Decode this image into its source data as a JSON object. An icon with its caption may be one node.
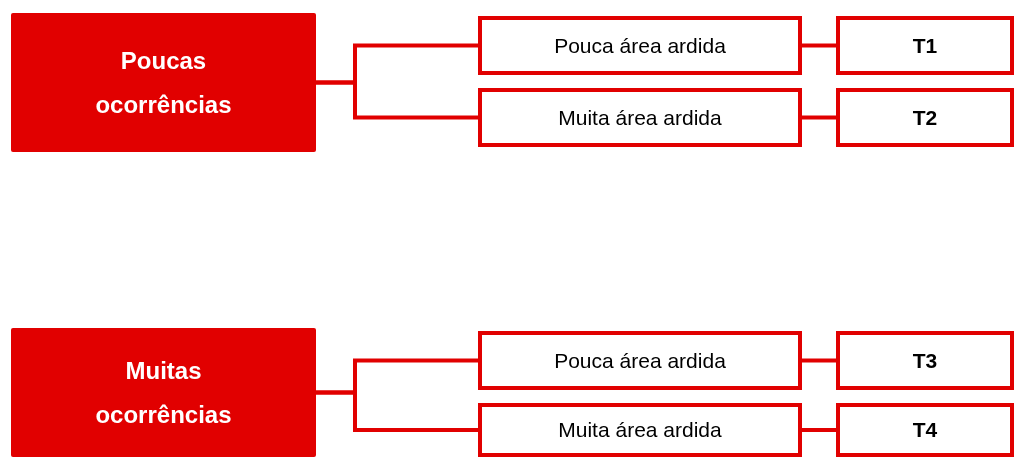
{
  "diagram": {
    "nodes": [
      {
        "text": [
          "Poucas ocorrências"
        ]
      },
      {
        "text": [
          "Pouca área ardida"
        ]
      },
      {
        "text": [
          "T1"
        ]
      },
      {
        "text": [
          "Muita área ardida"
        ]
      },
      {
        "text": [
          "T2"
        ]
      },
      {
        "text": [
          "Muitas ocorrências"
        ]
      },
      {
        "text": [
          "Pouca área ardida"
        ]
      },
      {
        "text": [
          "T3"
        ]
      },
      {
        "text": [
          "Muita área ardida"
        ]
      },
      {
        "text": [
          "T4"
        ]
      }
    ],
    "edges": [
      {
        "from": 0,
        "to": 1,
        "arrow": "none"
      },
      {
        "from": 0,
        "to": 3,
        "arrow": "none"
      },
      {
        "from": 1,
        "to": 2,
        "arrow": "none"
      },
      {
        "from": 3,
        "to": 4,
        "arrow": "none"
      },
      {
        "from": 5,
        "to": 6,
        "arrow": "none"
      },
      {
        "from": 5,
        "to": 8,
        "arrow": "none"
      },
      {
        "from": 6,
        "to": 7,
        "arrow": "none"
      },
      {
        "from": 8,
        "to": 9,
        "arrow": "none"
      }
    ]
  }
}
